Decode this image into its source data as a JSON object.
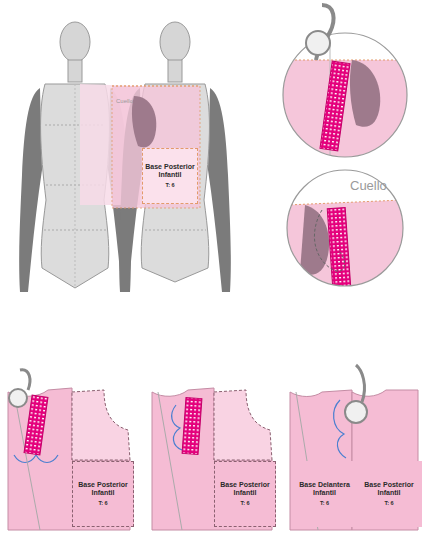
{
  "diagram": {
    "nodes": [
      {
        "text": [
          "Base Posterior Infantil",
          "T: 6"
        ]
      },
      {
        "text": [
          "Base Posterior Infantil",
          "T: 6"
        ]
      },
      {
        "text": [
          "Base Posterior Infantil",
          "T: 6"
        ]
      },
      {
        "text": [
          "Base Delantera Infantil",
          "T: 6"
        ]
      },
      {
        "text": [
          "Base Posterior Infantil",
          "T: 6"
        ]
      }
    ],
    "edges": [],
    "labels": [
      "Cuello",
      "Cuello"
    ]
  }
}
